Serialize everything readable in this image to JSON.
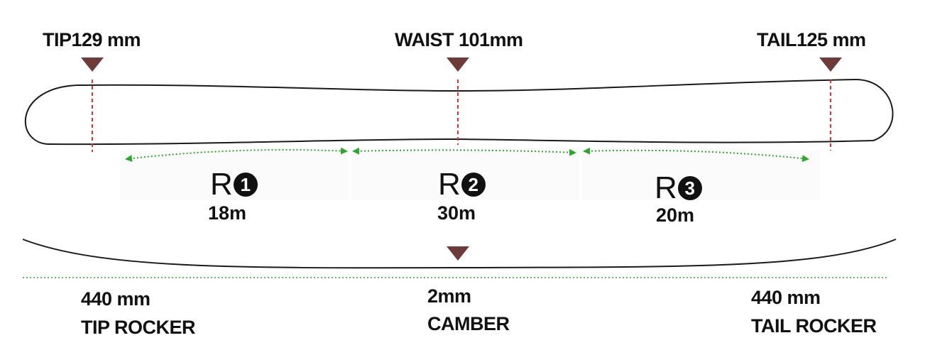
{
  "colors": {
    "marker": "#6e3b3b",
    "dimension_line": "#e03030",
    "radius_arrow": "#2fa52f",
    "outline": "#1a1a1a"
  },
  "width_labels": {
    "tip": "TIP129 mm",
    "waist": "WAIST 101mm",
    "tail": "TAIL125 mm"
  },
  "radii": [
    {
      "label": "R",
      "number": "1",
      "value": "18m"
    },
    {
      "label": "R",
      "number": "2",
      "value": "30m"
    },
    {
      "label": "R",
      "number": "3",
      "value": "20m"
    }
  ],
  "profile": {
    "tip_length": "440 mm",
    "tip_name": "TIP ROCKER",
    "camber_height": "2mm",
    "camber_name": "CAMBER",
    "tail_length": "440 mm",
    "tail_name": "TAIL ROCKER"
  },
  "icons": {
    "width_marker": "down-triangle-icon",
    "radius_number": "filled-circle-number-icon"
  }
}
